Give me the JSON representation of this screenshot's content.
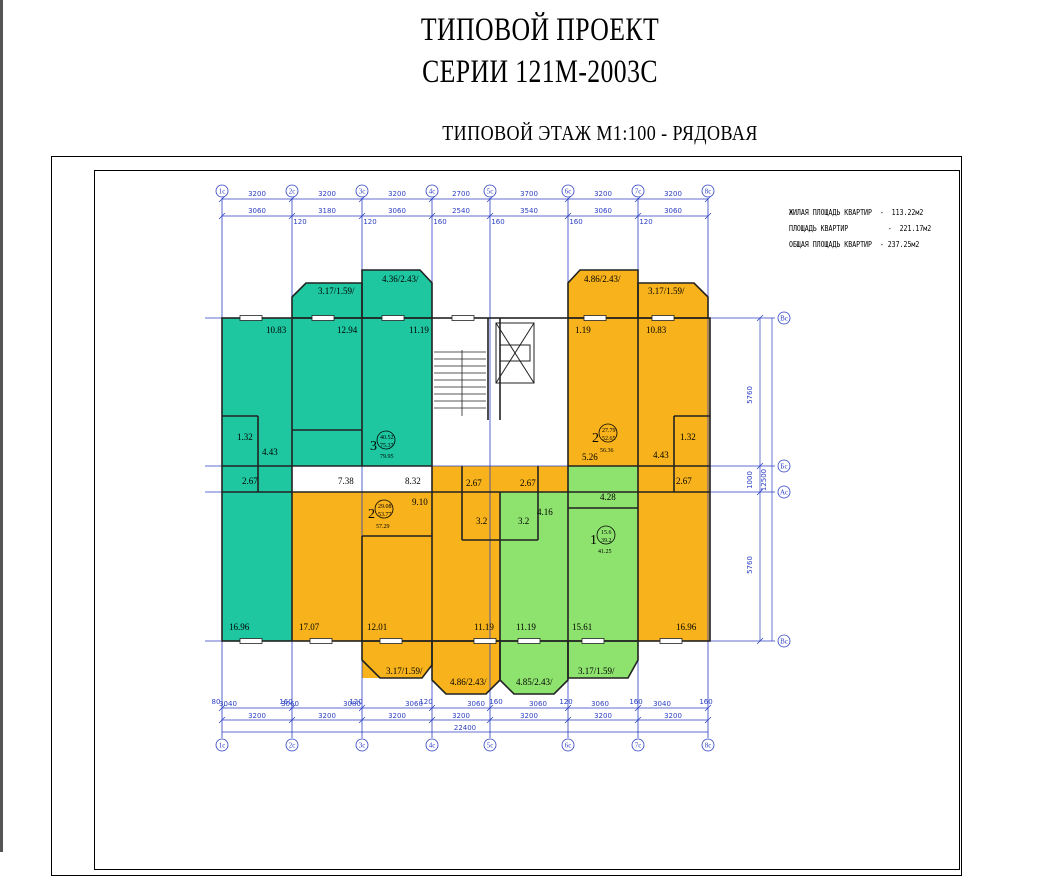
{
  "header": {
    "title_line1": "ТИПОВОЙ ПРОЕКТ",
    "title_line2": "СЕРИИ 121М-2003С",
    "subtitle": "ТИПОВОЙ ЭТАЖ  М1:100 - РЯДОВАЯ"
  },
  "legend": {
    "living": "ЖИЛАЯ ПЛОЩАДЬ КВАРТИР  -  113.22м2",
    "apartments": "ПЛОЩАДЬ КВАРТИР          -  221.17м2",
    "total": "ОБЩАЯ ПЛОЩАДЬ КВАРТИР  - 237.25м2"
  },
  "colors": {
    "teal": "#1ec7a0",
    "orange": "#f8b31c",
    "green": "#8ee36e",
    "wall": "#222222",
    "axis": "#2b3fc2"
  },
  "axes": {
    "columns": [
      "1с",
      "2с",
      "3с",
      "4с",
      "5с",
      "6с",
      "7с",
      "8с"
    ],
    "rows": [
      "Вс",
      "Бс",
      "Ас",
      "Вс"
    ]
  },
  "dims": {
    "top_row1": [
      "3200",
      "3200",
      "3200",
      "2700",
      "3700",
      "3200",
      "3200"
    ],
    "top_row2": [
      "3060",
      "3180",
      "3060",
      "2540",
      "3540",
      "3060",
      "3060"
    ],
    "top_gaps": [
      "120",
      "120",
      "160",
      "160",
      "160",
      "120"
    ],
    "bottom_row1": [
      "3040",
      "3060",
      "3080",
      "3060",
      "3060",
      "3060",
      "3060",
      "3040"
    ],
    "bottom_gaps": [
      "80",
      "160",
      "120",
      "120",
      "160",
      "120",
      "160",
      "160"
    ],
    "bottom_row2": [
      "3200",
      "3200",
      "3200",
      "3200",
      "3200",
      "3200",
      "3200"
    ],
    "bottom_total": "22400",
    "right": [
      "5760",
      "1000",
      "5760",
      "12500"
    ]
  },
  "areas": {
    "a1": "10.83",
    "a2": "12.94",
    "a3": "11.19",
    "a4": "1.19",
    "a5": "10.83",
    "a6": "1.32",
    "a7": "4.43",
    "a8": "2.67",
    "a9": "7.38",
    "a10": "8.32",
    "a11": "9.10",
    "a12": "2.67",
    "a13": "2.67",
    "a14": "3.2",
    "a15": "3.2",
    "a16": "4.16",
    "a17": "5.26",
    "a18": "4.43",
    "a19": "1.32",
    "a20": "2.67",
    "a21": "4.28",
    "a22": "16.96",
    "a23": "17.07",
    "a24": "12.01",
    "a25": "11.19",
    "a26": "11.19",
    "a27": "15.61",
    "a28": "16.96",
    "b1": "3.17/1.59/",
    "b2": "4.36/2.43/",
    "b3": "4.86/2.43/",
    "b4": "3.17/1.59/",
    "b5": "3.17/1.59/",
    "b6": "4.86/2.43/",
    "b7": "4.85/2.43/",
    "b8": "3.17/1.59/"
  },
  "apartments": {
    "apt3": {
      "rooms": "3",
      "living": "40.52",
      "flat": "75.37",
      "total": "79.95"
    },
    "apt2r": {
      "rooms": "2",
      "living": "27.79",
      "flat": "52.65",
      "total": "56.36"
    },
    "apt2l": {
      "rooms": "2",
      "living": "29.08",
      "flat": "53.77",
      "total": "57.29"
    },
    "apt1": {
      "rooms": "1",
      "living": "15.6",
      "flat": "39.2",
      "total": "41.25"
    }
  }
}
